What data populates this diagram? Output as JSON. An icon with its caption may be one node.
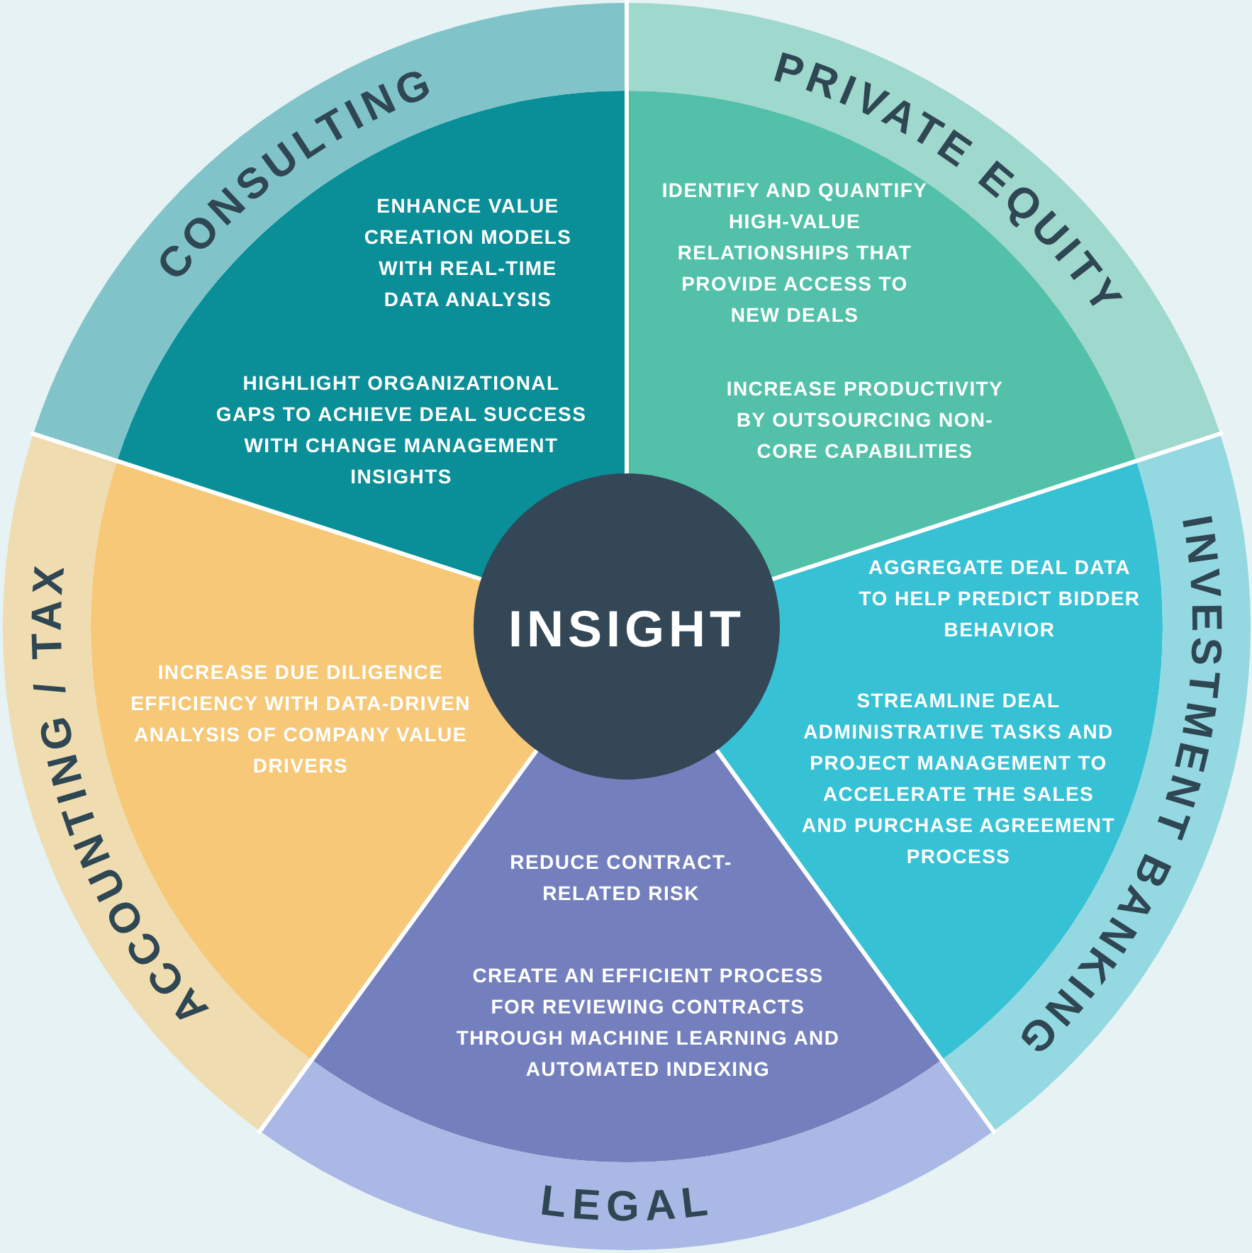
{
  "diagram": {
    "nodes": [
      {
        "text": [
          "CONSULTING",
          "ENHANCE VALUE CREATION MODELS WITH REAL-TIME DATA ANALYSIS",
          "HIGHLIGHT ORGANIZATIONAL GAPS TO ACHIEVE DEAL SUCCESS WITH CHANGE MANAGEMENT INSIGHTS"
        ]
      },
      {
        "text": [
          "PRIVATE EQUITY",
          "IDENTIFY AND QUANTIFY HIGH-VALUE RELATIONSHIPS THAT PROVIDE ACCESS TO NEW DEALS",
          "INCREASE PRODUCTIVITY BY OUTSOURCING NON-CORE CAPABILITIES"
        ]
      },
      {
        "text": [
          "INSIGHT"
        ]
      },
      {
        "text": [
          "ACCOUNTING / TAX",
          "INCREASE DUE DILIGENCE EFFICIENCY WITH DATA-DRIVEN ANALYSIS OF COMPANY VALUE DRIVERS"
        ]
      },
      {
        "text": [
          "INVESTMENT BANKING",
          "AGGREGATE DEAL DATA TO HELP PREDICT BIDDER BEHAVIOR",
          "STREAMLINE DEAL ADMINISTRATIVE TASKS AND PROJECT MANAGEMENT TO ACCELERATE THE SALES AND PURCHASE AGREEMENT PROCESS"
        ]
      },
      {
        "text": [
          "REDUCE CONTRACT-RELATED RISK",
          "CREATE AN EFFICIENT PROCESS FOR REVIEWING CONTRACTS THROUGH MACHINE LEARNING AND AUTOMATED INDEXING",
          "LEGAL"
        ]
      }
    ]
  }
}
